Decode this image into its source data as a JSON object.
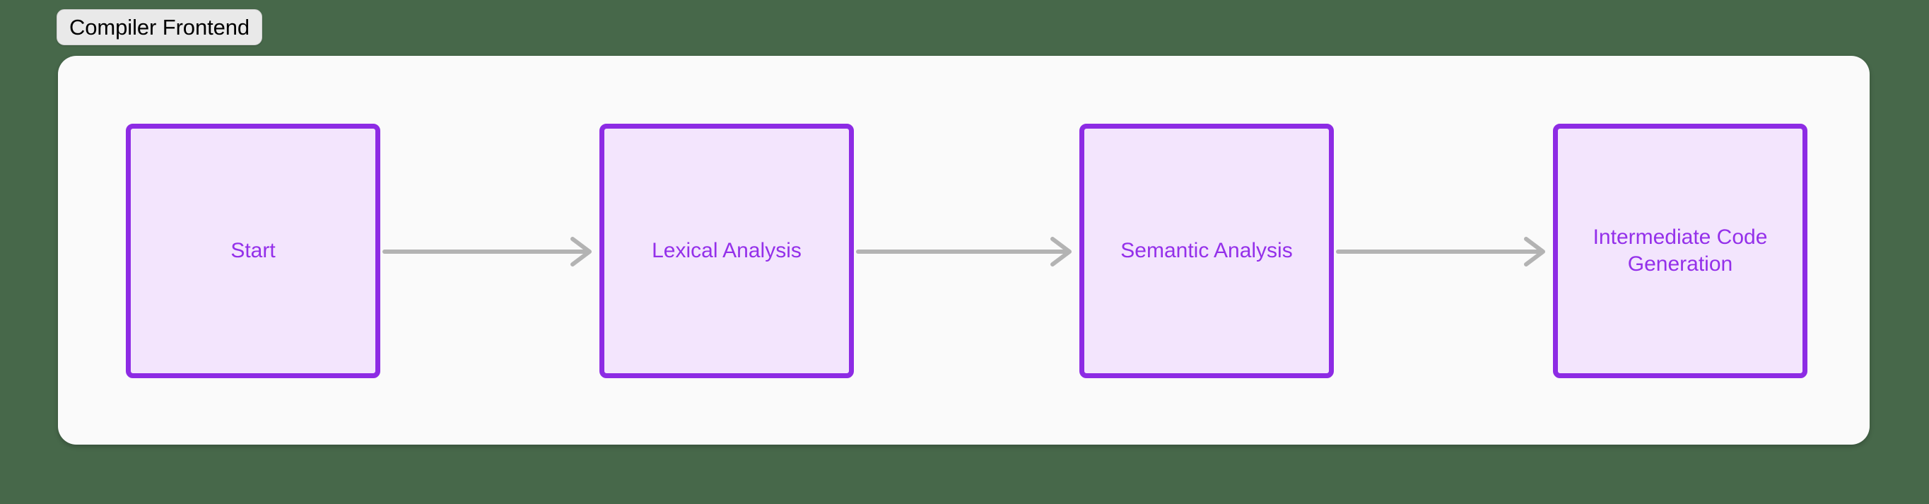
{
  "page": {
    "background_color": "#47684a"
  },
  "title_pill": {
    "label": "Compiler Frontend",
    "background_color": "#e9e9e9",
    "text_color": "#000000"
  },
  "panel": {
    "background_color": "#fafafa"
  },
  "diagram": {
    "type": "flowchart",
    "orientation": "left-to-right",
    "node_style": {
      "fill_color": "#f3e5fd",
      "border_color": "#8d2be4",
      "text_color": "#9430ea"
    },
    "edge_style": {
      "line_color": "#b3b3b3",
      "arrowhead": "open-chevron"
    },
    "nodes": [
      {
        "id": "start",
        "label": "Start"
      },
      {
        "id": "lexical",
        "label": "Lexical Analysis"
      },
      {
        "id": "semantic",
        "label": "Semantic Analysis"
      },
      {
        "id": "intermediate",
        "label": "Intermediate Code\nGeneration"
      }
    ],
    "edges": [
      {
        "from": "start",
        "to": "lexical",
        "label": ""
      },
      {
        "from": "lexical",
        "to": "semantic",
        "label": ""
      },
      {
        "from": "semantic",
        "to": "intermediate",
        "label": ""
      }
    ]
  }
}
